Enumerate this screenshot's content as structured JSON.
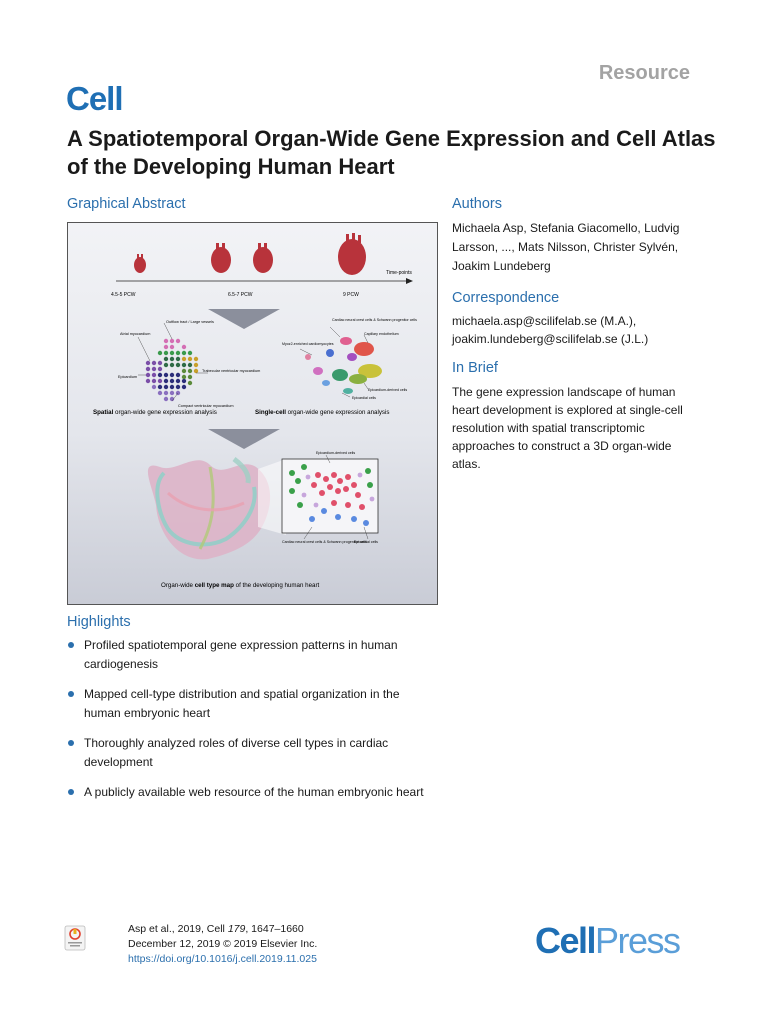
{
  "header": {
    "resource_label": "Resource",
    "journal_logo": "Cell"
  },
  "title": "A Spatiotemporal Organ-Wide Gene Expression and Cell Atlas of the Developing Human Heart",
  "graphical_abstract": {
    "heading": "Graphical Abstract",
    "timepoints_label": "Time-points",
    "stage1": "4.5-5 PCW",
    "stage2": "6.5-7 PCW",
    "stage3": "9 PCW",
    "spatial_labels": {
      "outflow": "Outflow tract / Large vessels",
      "atrial": "Atrial myocardium",
      "epicardium": "Epicardium",
      "trabecular": "Trabecular ventricular myocardium",
      "compact": "Compact ventricular myocardium"
    },
    "sc_labels": {
      "cardiac_neural": "Cardiac neural crest cells & Schwann progenitor cells",
      "capillary": "Capillary endothelium",
      "myoz2": "Myoz2-enriched cardiomyocytes",
      "epicardium_derived": "Epicardium-derived cells",
      "epicardial": "Epicardial cells"
    },
    "spatial_caption_bold": "Spatial",
    "spatial_caption_rest": " organ-wide gene expression analysis",
    "sc_caption_bold": "Single-cell",
    "sc_caption_rest": " organ-wide gene expression analysis",
    "map_labels": {
      "epicardium_derived": "Epicardium-derived cells",
      "cardiac_neural": "Cardiac neural crest cells & Schwann progenitor cells",
      "epicardial": "Epicardial cells"
    },
    "bottom_caption_pre": "Organ-wide ",
    "bottom_caption_bold": "cell type map",
    "bottom_caption_post": " of the developing human heart"
  },
  "authors": {
    "heading": "Authors",
    "text": "Michaela Asp, Stefania Giacomello, Ludvig Larsson, ..., Mats Nilsson, Christer Sylvén, Joakim Lundeberg"
  },
  "correspondence": {
    "heading": "Correspondence",
    "email1": "michaela.asp@scilifelab.se (M.A.),",
    "email2": "joakim.lundeberg@scilifelab.se (J.L.)"
  },
  "in_brief": {
    "heading": "In Brief",
    "text": "The gene expression landscape of human heart development is explored at single-cell resolution with spatial transcriptomic approaches to construct a 3D organ-wide atlas."
  },
  "highlights": {
    "heading": "Highlights",
    "items": [
      "Profiled spatiotemporal gene expression patterns in human cardiogenesis",
      "Mapped cell-type distribution and spatial organization in the human embryonic heart",
      "Thoroughly analyzed roles of diverse cell types in cardiac development",
      "A publicly available web resource of the human embryonic heart"
    ]
  },
  "citation": {
    "line1_pre": "Asp et al., 2019, Cell ",
    "volume": "179",
    "line1_post": ", 1647–1660",
    "line2": "December 12, 2019 © 2019 Elsevier Inc.",
    "doi": "https://doi.org/10.1016/j.cell.2019.11.025"
  },
  "footer": {
    "logo_cell": "Cell",
    "logo_press": "Press"
  },
  "colors": {
    "brand_blue": "#1f6fb4",
    "heading_blue": "#2b6fad",
    "heart_red": "#b8333b"
  }
}
